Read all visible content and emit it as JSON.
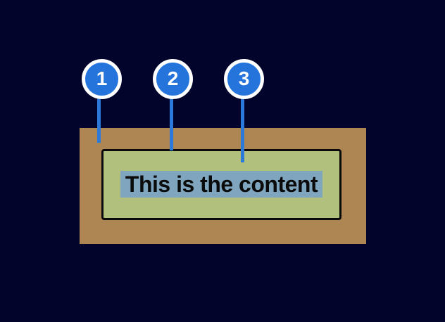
{
  "diagram": {
    "content_text": "This is the content",
    "callouts": [
      {
        "label": "1"
      },
      {
        "label": "2"
      },
      {
        "label": "3"
      }
    ]
  },
  "colors": {
    "page_background": "#02042B",
    "outer_box": "#AD8654",
    "inner_box": "#B1C17D",
    "inner_box_border": "#0A0A0A",
    "content_highlight": "#7FA6BE",
    "callout_circle": "#2474DB",
    "callout_line": "#2C79DC",
    "callout_ring": "#FFFFFF",
    "content_text_color": "#0B0B0B"
  }
}
